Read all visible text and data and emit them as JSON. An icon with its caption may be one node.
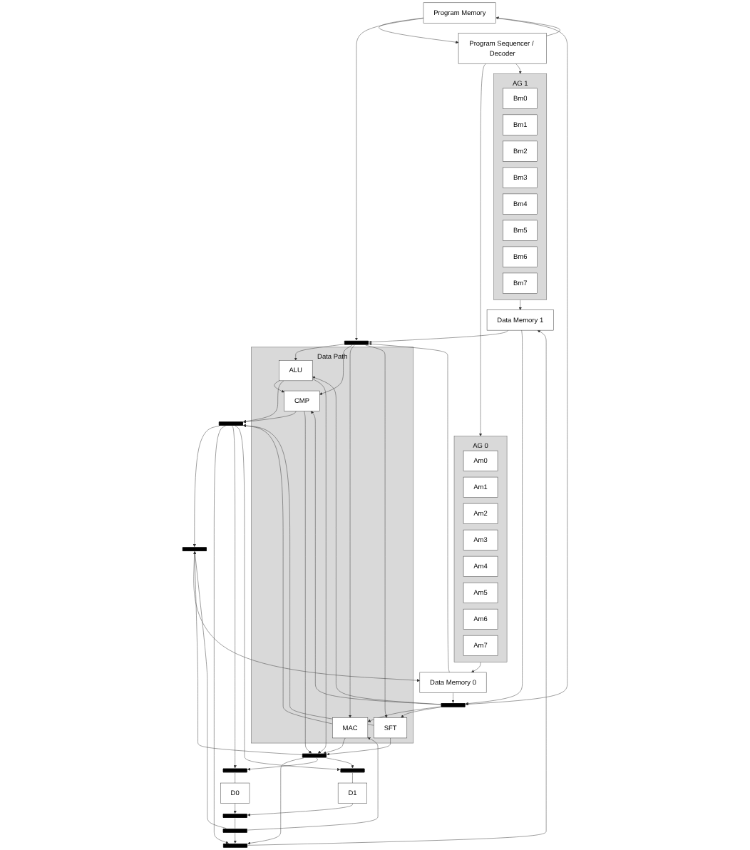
{
  "diagram": {
    "nodes": [
      {
        "text": [
          "Data Memory 0"
        ]
      },
      {
        "text": [
          "Program Memory"
        ]
      },
      {
        "text": [
          "Data Memory 1"
        ]
      },
      {
        "text": [
          "AG 0"
        ]
      },
      {
        "text": [
          "Am0"
        ],
        "in": 3
      },
      {
        "text": [
          "Am1"
        ],
        "in": 3
      },
      {
        "text": [
          "Am2"
        ],
        "in": 3
      },
      {
        "text": [
          "Am3"
        ],
        "in": 3
      },
      {
        "text": [
          "Am4"
        ],
        "in": 3
      },
      {
        "text": [
          "Am5"
        ],
        "in": 3
      },
      {
        "text": [
          "Am6"
        ],
        "in": 3
      },
      {
        "text": [
          "Am7"
        ],
        "in": 3
      },
      {
        "text": [
          "Program Sequencer / Decoder"
        ]
      },
      {
        "text": [
          "AG 1"
        ]
      },
      {
        "text": [
          "Bm0"
        ],
        "in": 13
      },
      {
        "text": [
          "Bm1"
        ],
        "in": 13
      },
      {
        "text": [
          "Bm2"
        ],
        "in": 13
      },
      {
        "text": [
          "Bm3"
        ],
        "in": 13
      },
      {
        "text": [
          "Bm4"
        ],
        "in": 13
      },
      {
        "text": [
          "Bm5"
        ],
        "in": 13
      },
      {
        "text": [
          "Bm6"
        ],
        "in": 13
      },
      {
        "text": [
          "Bm7"
        ],
        "in": 13
      },
      {
        "text": [],
        "shape": "bar"
      },
      {
        "text": [],
        "shape": "bar"
      },
      {
        "text": [
          "Data Path"
        ]
      },
      {
        "text": [
          "ALU"
        ],
        "in": 24
      },
      {
        "text": [
          "CMP"
        ],
        "in": 24
      },
      {
        "text": [
          "MAC"
        ],
        "in": 24
      },
      {
        "text": [
          "SFT"
        ],
        "in": 24
      },
      {
        "text": [],
        "shape": "bar"
      },
      {
        "text": [],
        "shape": "bar"
      },
      {
        "text": [],
        "shape": "bar"
      },
      {
        "text": [],
        "shape": "bar"
      },
      {
        "text": [],
        "shape": "bar"
      },
      {
        "text": [],
        "shape": "bar"
      },
      {
        "text": [
          "D0"
        ]
      },
      {
        "text": [
          "D1"
        ]
      },
      {
        "text": [],
        "shape": "bar"
      },
      {
        "text": [],
        "shape": "bar"
      }
    ],
    "edges": [
      {
        "from": 3,
        "to": 0,
        "arrow": "to"
      },
      {
        "from": 12,
        "to": 1,
        "arrow": "to"
      },
      {
        "from": 1,
        "to": 12,
        "arrow": "to"
      },
      {
        "from": 12,
        "to": 3,
        "arrow": "to"
      },
      {
        "from": 12,
        "to": 13,
        "arrow": "to"
      },
      {
        "from": 13,
        "to": 2,
        "arrow": "to"
      },
      {
        "from": 0,
        "to": 22,
        "arrow": "to"
      },
      {
        "from": 0,
        "to": 23,
        "arrow": "to"
      },
      {
        "from": 1,
        "to": 22,
        "arrow": "to"
      },
      {
        "from": 1,
        "to": 23,
        "arrow": "to"
      },
      {
        "from": 2,
        "to": 22,
        "arrow": "to"
      },
      {
        "from": 2,
        "to": 23,
        "arrow": "to"
      },
      {
        "from": 22,
        "to": 25,
        "arrow": "to"
      },
      {
        "from": 23,
        "to": 25,
        "arrow": "to"
      },
      {
        "from": 22,
        "to": 26,
        "arrow": "to"
      },
      {
        "from": 23,
        "to": 26,
        "arrow": "to"
      },
      {
        "from": 22,
        "to": 27,
        "arrow": "to"
      },
      {
        "from": 23,
        "to": 27,
        "arrow": "to"
      },
      {
        "from": 22,
        "to": 28,
        "arrow": "to"
      },
      {
        "from": 23,
        "to": 28,
        "arrow": "to"
      },
      {
        "from": 25,
        "to": 26,
        "arrow": "to"
      },
      {
        "from": 29,
        "to": 0,
        "arrow": "to"
      },
      {
        "from": 30,
        "to": 2,
        "arrow": "to"
      },
      {
        "from": 25,
        "to": 31,
        "arrow": "to"
      },
      {
        "from": 25,
        "to": 32,
        "arrow": "to"
      },
      {
        "from": 26,
        "to": 31,
        "arrow": "to"
      },
      {
        "from": 26,
        "to": 32,
        "arrow": "to"
      },
      {
        "from": 27,
        "to": 31,
        "arrow": "to"
      },
      {
        "from": 27,
        "to": 32,
        "arrow": "to"
      },
      {
        "from": 28,
        "to": 31,
        "arrow": "to"
      },
      {
        "from": 28,
        "to": 32,
        "arrow": "to"
      },
      {
        "from": 31,
        "to": 29,
        "arrow": "to"
      },
      {
        "from": 32,
        "to": 29,
        "arrow": "to"
      },
      {
        "from": 31,
        "to": 30,
        "arrow": "to"
      },
      {
        "from": 32,
        "to": 30,
        "arrow": "to"
      },
      {
        "from": 31,
        "to": 33,
        "arrow": "to"
      },
      {
        "from": 32,
        "to": 33,
        "arrow": "to"
      },
      {
        "from": 31,
        "to": 34,
        "arrow": "to"
      },
      {
        "from": 32,
        "to": 34,
        "arrow": "to"
      },
      {
        "from": 33,
        "to": 35,
        "arrow": "none"
      },
      {
        "from": 34,
        "to": 36,
        "arrow": "none"
      },
      {
        "from": 35,
        "to": 37,
        "arrow": "to"
      },
      {
        "from": 36,
        "to": 37,
        "arrow": "to"
      },
      {
        "from": 37,
        "to": 38,
        "arrow": "none"
      },
      {
        "from": 38,
        "to": 29,
        "arrow": "to"
      },
      {
        "from": 38,
        "to": 30,
        "arrow": "to"
      },
      {
        "from": 38,
        "to": 27,
        "arrow": "to"
      }
    ]
  }
}
